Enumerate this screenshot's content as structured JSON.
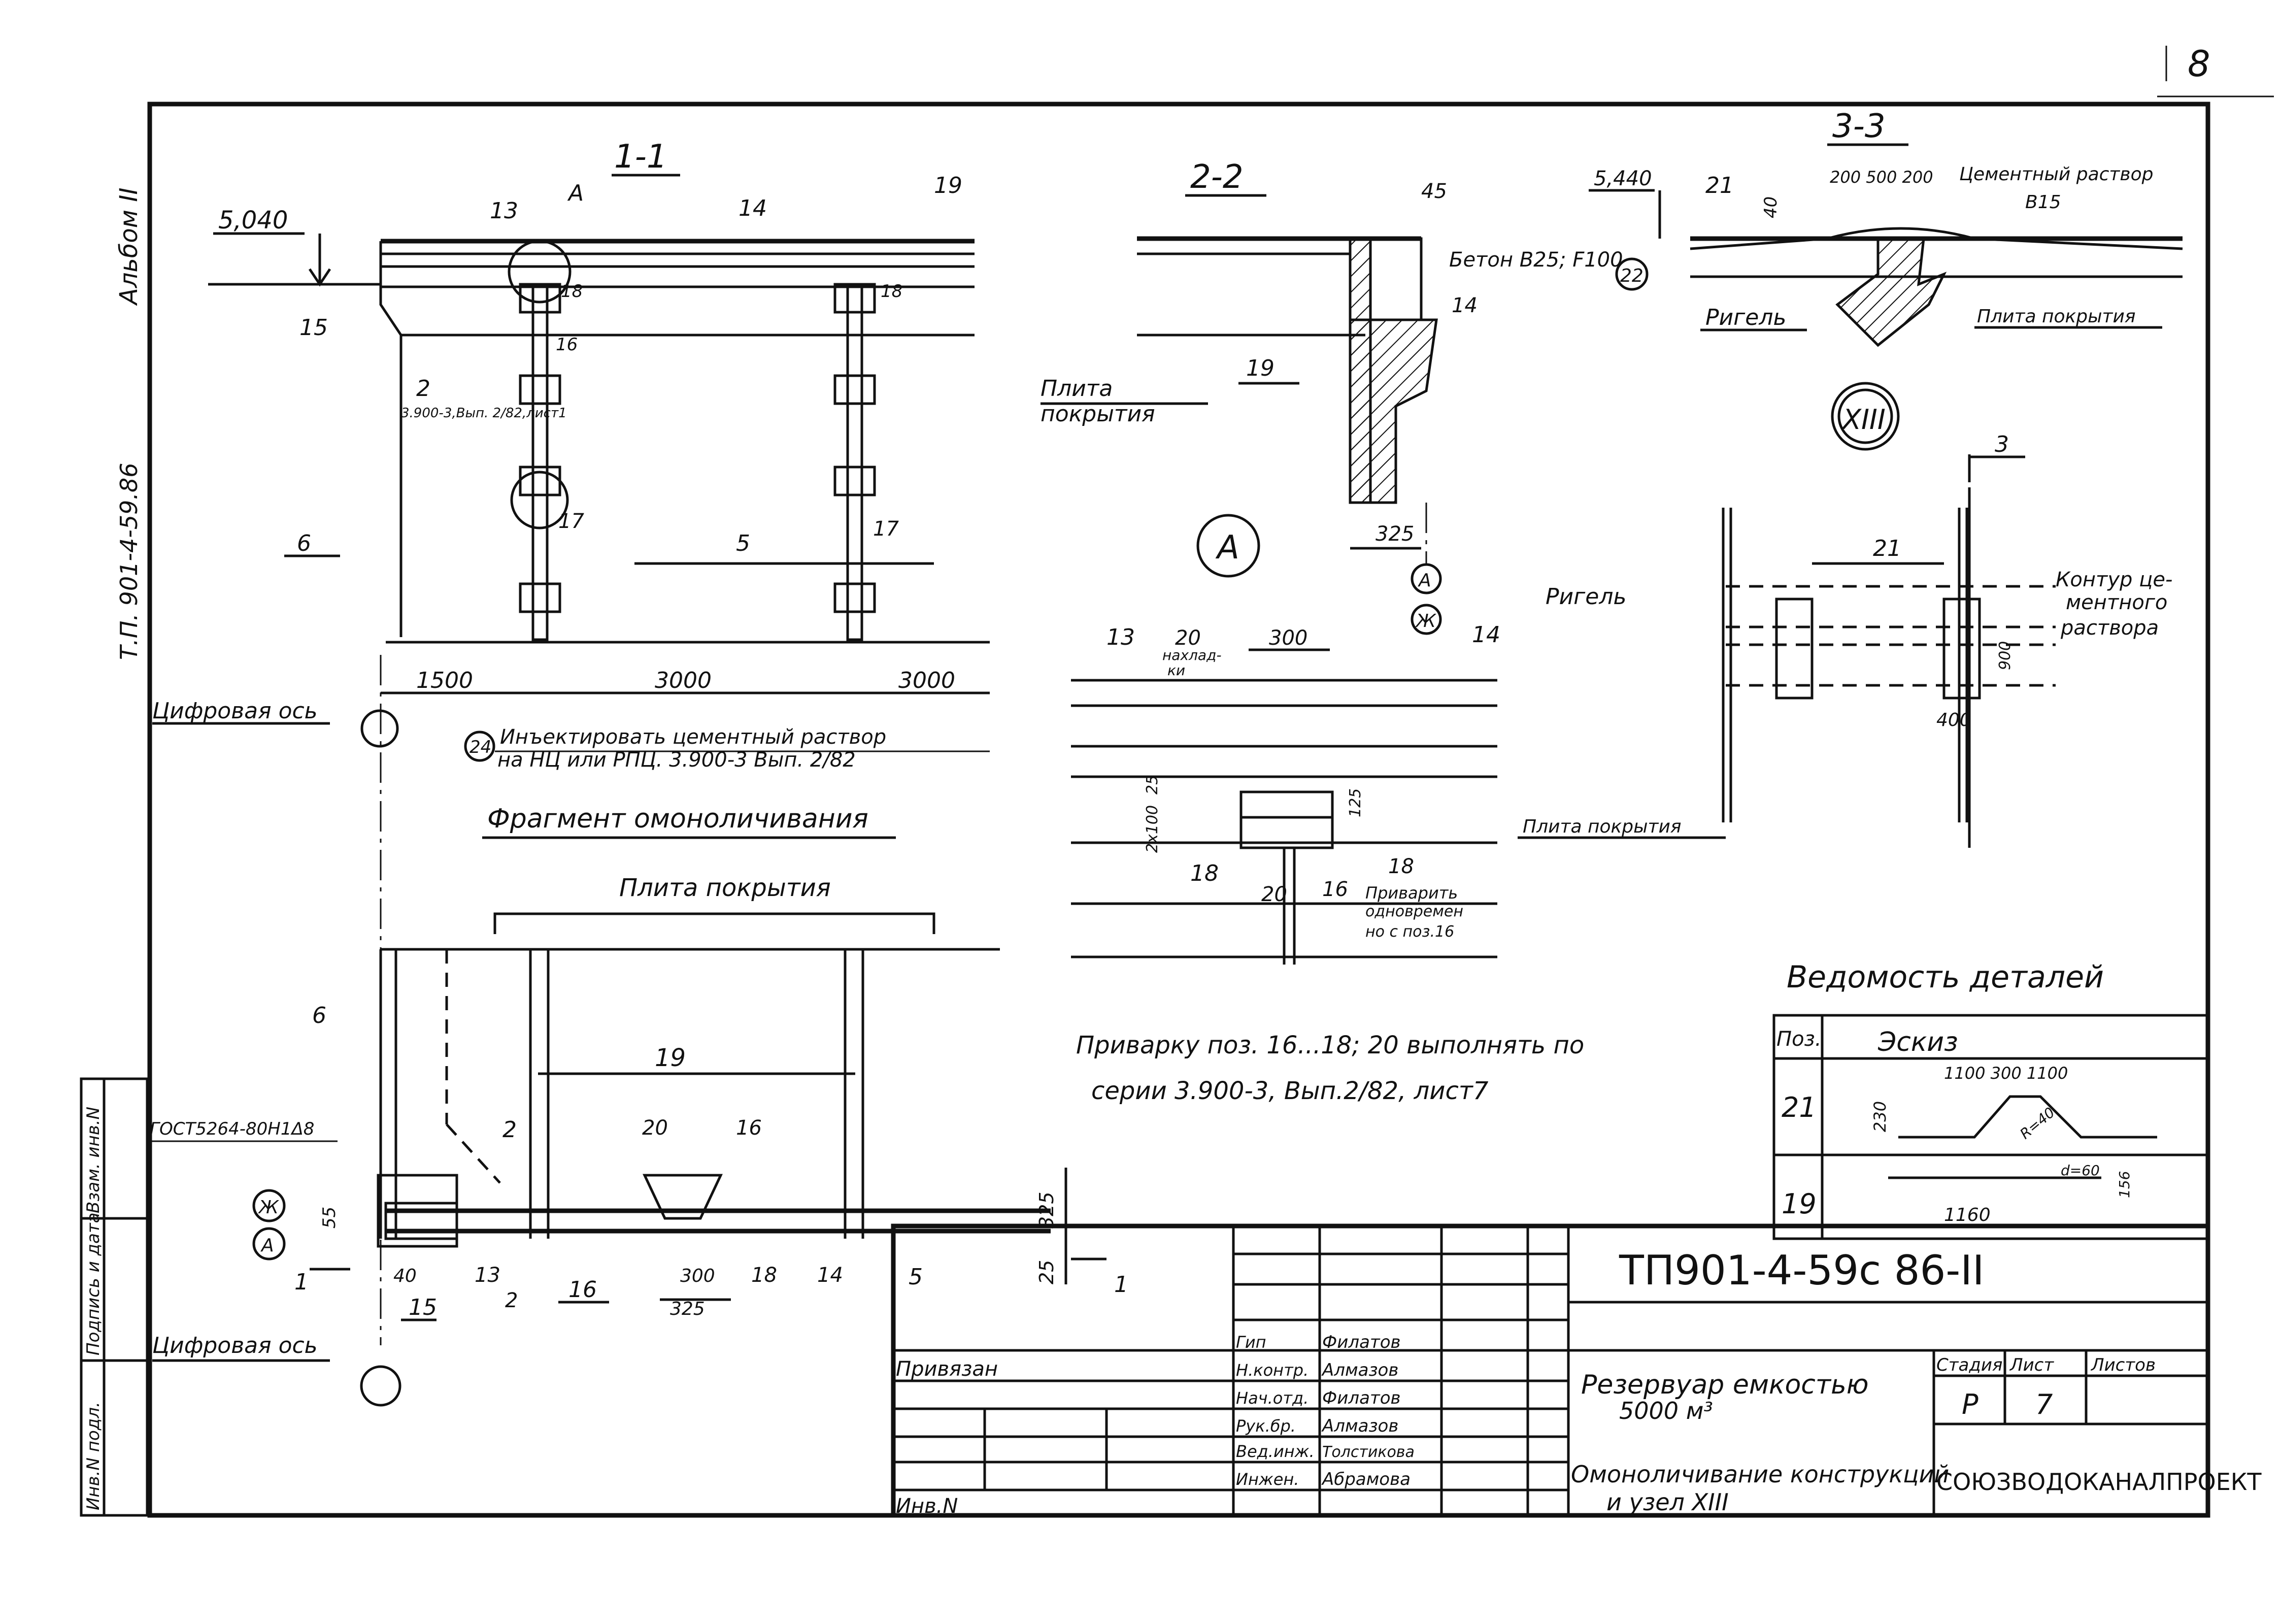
{
  "sheet_number": "8",
  "sections": {
    "s11": "1-1",
    "s22": "2-2",
    "s33": "3-3",
    "node": "XIII",
    "node_a": "A",
    "fragment": "Фрагмент омоноличивания"
  },
  "section_11": {
    "elevation": "5,040",
    "positions": [
      "13",
      "14",
      "19",
      "A",
      "15",
      "18",
      "18",
      "16",
      "2",
      "6",
      "17",
      "5",
      "17"
    ],
    "note_2": "3.900-3,Вып. 2/82,лист1",
    "dims": [
      "1500",
      "3000",
      "3000"
    ],
    "axis": "Цифровая ось",
    "pos24": "24",
    "inject_note_1": "Инъектировать цементный раствор",
    "inject_note_2": "на НЦ или РПЦ. 3.900-3 Вып. 2/82"
  },
  "section_22": {
    "dim45": "45",
    "concrete": "Бетон В25; F100",
    "pos22": "22",
    "pos14": "14",
    "pos19": "19",
    "slab_1": "Плита",
    "slab_2": "покрытия",
    "dim325": "325",
    "axis_a": "А",
    "axis_zh": "Ж"
  },
  "section_33": {
    "elevation": "5,440",
    "pos21": "21",
    "dim40": "40",
    "dims_top": "200 500 200",
    "mortar_1": "Цементный раствор",
    "mortar_2": "В15",
    "beam": "Ригель",
    "slab": "Плита покрытия"
  },
  "node_xiii": {
    "pos21": "21",
    "mark3": "3",
    "beam": "Ригель",
    "contour_1": "Контур це-",
    "contour_2": "ментного",
    "contour_3": "раствора",
    "dim900": "900",
    "dim400": "400",
    "slab": "Плита покрытия"
  },
  "node_a_detail": {
    "pos13": "13",
    "dim20": "20",
    "overlap_1": "нахлад-",
    "overlap_2": "ки",
    "dim300": "300",
    "pos14": "14",
    "dim2x100": "2х100",
    "dim25": "25",
    "dim125": "125",
    "pos18a": "18",
    "pos18b": "18",
    "pos20": "20",
    "pos16": "16",
    "weld_1": "Приварить",
    "weld_2": "одновремен",
    "weld_3": "но с поз.16"
  },
  "weld_note_1": "Приварку поз. 16...18; 20 выполнять по",
  "weld_note_2": "серии 3.900-3, Вып.2/82, лист7",
  "fragment": {
    "slab": "Плита покрытия",
    "pos6": "6",
    "pos19": "19",
    "mark2": "2",
    "pos20": "20",
    "pos16": "16",
    "gost": "ГОСТ5264-80Н1Δ8",
    "axis_zh": "Ж",
    "axis_a": "А",
    "dim55": "55",
    "dim325": "325",
    "dim25": "25",
    "mark1a": "1",
    "mark1b": "1",
    "dim40": "40",
    "pos15": "15",
    "pos13": "13",
    "mark2b": "2",
    "pos16b": "16",
    "dim300": "300",
    "pos18": "18",
    "pos14": "14",
    "pos5": "5",
    "dim325b": "325",
    "axis": "Цифровая ось"
  },
  "details_table": {
    "title": "Ведомость деталей",
    "header_pos": "Поз.",
    "header_sketch": "Эскиз",
    "rows": [
      {
        "pos": "21",
        "dims_top": "1100 300 1100",
        "dim_left": "230",
        "radius": "R=40"
      },
      {
        "pos": "19",
        "dim_len": "1160",
        "dim_d": "d=60",
        "dim_side": "156"
      }
    ]
  },
  "side_stamp": {
    "album": "Альбом II",
    "code": "Т.П. 901-4-59.86",
    "left_cols": [
      "Инв.N подл.",
      "Подпись и дата",
      "Взам. инв.N"
    ]
  },
  "title_block": {
    "code": "ТП901-4-59с 86-II",
    "bound": "Привязан",
    "inv": "Инв.N",
    "roles": [
      "Гип",
      "Н.контр.",
      "Нач.отд.",
      "Рук.бр.",
      "Вед.инж.",
      "Инжен."
    ],
    "names": [
      "Филатов",
      "Алмазов",
      "Филатов",
      "Алмазов",
      "Толстикова",
      "Абрамова"
    ],
    "object_1": "Резервуар емкостью",
    "object_2": "5000 м³",
    "sheet_title_1": "Омоноличивание конструкций",
    "sheet_title_2": "и узел XIII",
    "stage_h": "Стадия",
    "sheet_h": "Лист",
    "sheets_h": "Листов",
    "stage": "Р",
    "sheet": "7",
    "sheets": "",
    "org": "СОЮЗВОДОКАНАЛПРОЕКТ"
  }
}
